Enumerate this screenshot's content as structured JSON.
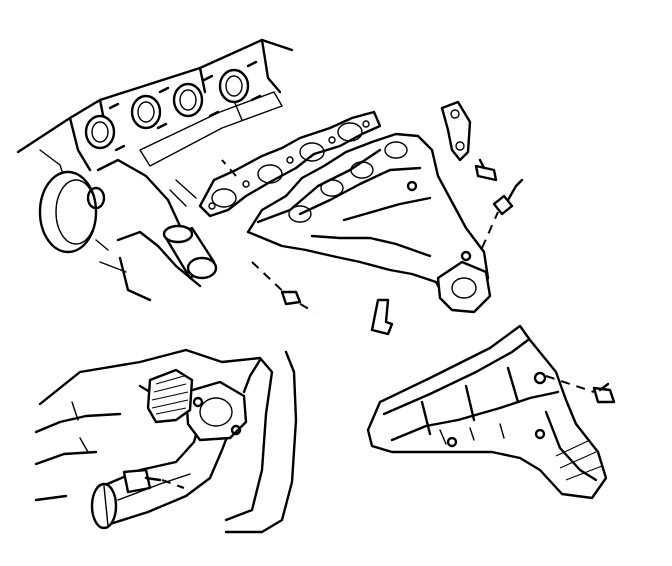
{
  "figure": {
    "views": [
      {
        "name": "engine-exhaust-manifold-exploded-view"
      },
      {
        "name": "exhaust-pipe-flange-connection-view"
      },
      {
        "name": "manifold-heat-shield-view"
      }
    ],
    "colors": {
      "line": "#000000",
      "background": "#ffffff"
    }
  }
}
